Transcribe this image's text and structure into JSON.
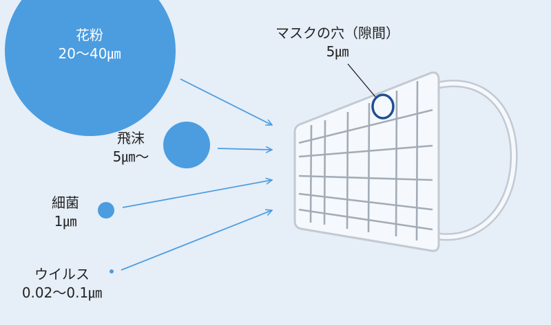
{
  "colors": {
    "background": "#e6eef8",
    "particle": "#4b9de0",
    "arrow": "#4b9de0",
    "mask_fill": "#f5f8fc",
    "mask_stroke": "#c2c9d1",
    "mask_grid": "#a3acb6",
    "gap_ring": "#1f4f93",
    "label_text": "#222222"
  },
  "particles": [
    {
      "id": "pollen",
      "name": "花粉",
      "size": "20〜40㎛"
    },
    {
      "id": "droplet",
      "name": "飛沫",
      "size": "5㎛〜"
    },
    {
      "id": "bacteria",
      "name": "細菌",
      "size": "1㎛"
    },
    {
      "id": "virus",
      "name": "ウイルス",
      "size": "0.02〜0.1㎛"
    }
  ],
  "mask_gap": {
    "name": "マスクの穴（隙間）",
    "size": "5㎛"
  }
}
